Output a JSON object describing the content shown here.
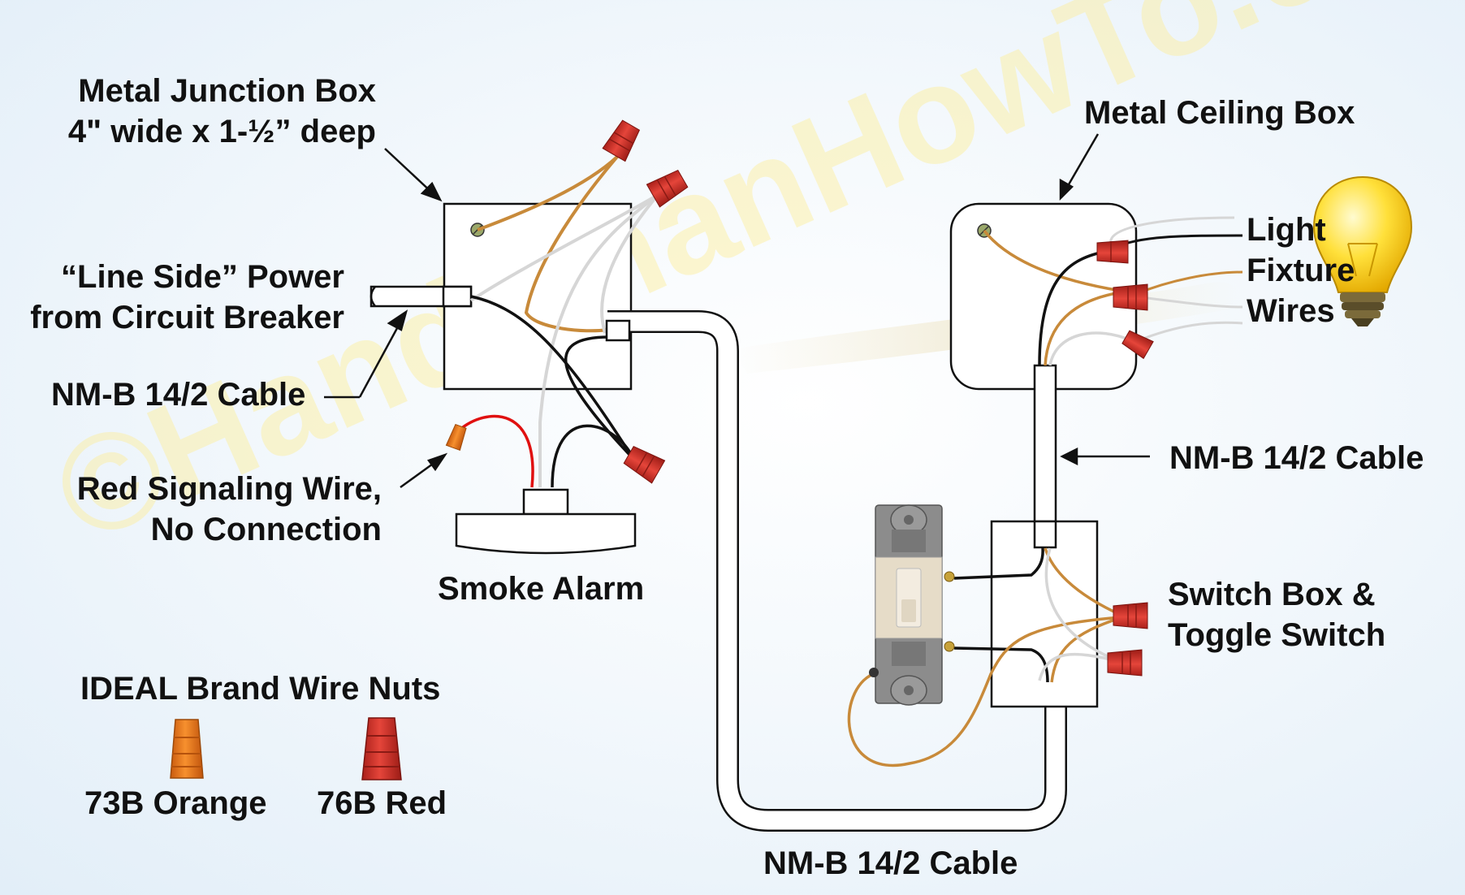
{
  "labels": {
    "junction_box_line1": "Metal Junction Box",
    "junction_box_line2": "4\" wide x 1-½” deep",
    "line_side_line1": "“Line Side” Power",
    "line_side_line2": "from Circuit Breaker",
    "cable_left": "NM-B 14/2 Cable",
    "red_wire_line1": "Red Signaling Wire,",
    "red_wire_line2": "No Connection",
    "smoke_alarm": "Smoke Alarm",
    "wire_nuts_title": "IDEAL Brand Wire Nuts",
    "orange_nut": "73B Orange",
    "red_nut": "76B Red",
    "cable_bottom": "NM-B 14/2 Cable",
    "ceiling_box": "Metal Ceiling Box",
    "light_line1": "Light",
    "light_line2": "Fixture",
    "light_line3": "Wires",
    "cable_right": "NM-B 14/2 Cable",
    "switch_line1": "Switch Box &",
    "switch_line2": "Toggle Switch"
  },
  "watermark": "©HandymanHowTo.com",
  "colors": {
    "ground_wire": "#c88a3a",
    "neutral_wire": "#d6d6d6",
    "hot_wire": "#111111",
    "signal_wire": "#e01010",
    "wire_nut_red": "#d8382c",
    "wire_nut_orange": "#f07a1c",
    "bulb_yellow": "#ffd42a"
  }
}
